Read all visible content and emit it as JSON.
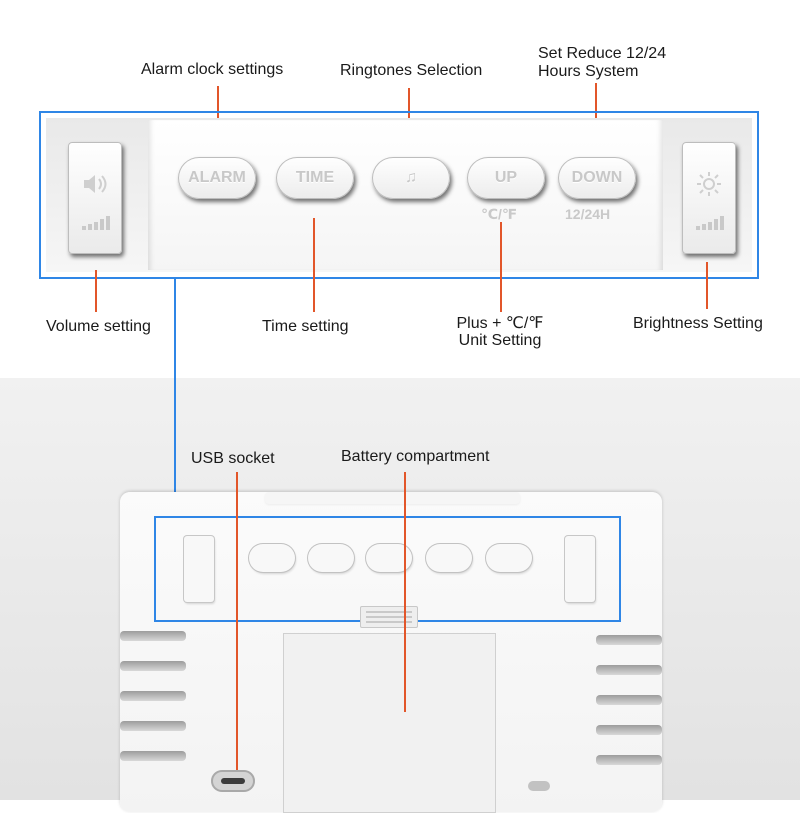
{
  "annotations": {
    "alarm_clock_settings": "Alarm clock settings",
    "ringtones_selection": "Ringtones Selection",
    "set_reduce_line1": "Set Reduce 12/24",
    "set_reduce_line2": "Hours System",
    "volume_setting": "Volume setting",
    "time_setting": "Time setting",
    "plus_unit_line1": "Plus + ℃/℉",
    "plus_unit_line2": "Unit Setting",
    "brightness_setting": "Brightness Setting",
    "usb_socket": "USB socket",
    "battery_compartment": "Battery compartment"
  },
  "buttons": {
    "alarm": "ALARM",
    "time": "TIME",
    "ringtone_symbol": "♫",
    "up": "UP",
    "up_sub": "℃/℉",
    "down": "DOWN",
    "down_sub": "12/24H"
  },
  "icons": {
    "volume": "speaker-icon",
    "brightness": "sun-icon",
    "music": "music-note-icon"
  },
  "colors": {
    "callout_line": "#e2562a",
    "highlight_frame": "#2f86e6"
  }
}
